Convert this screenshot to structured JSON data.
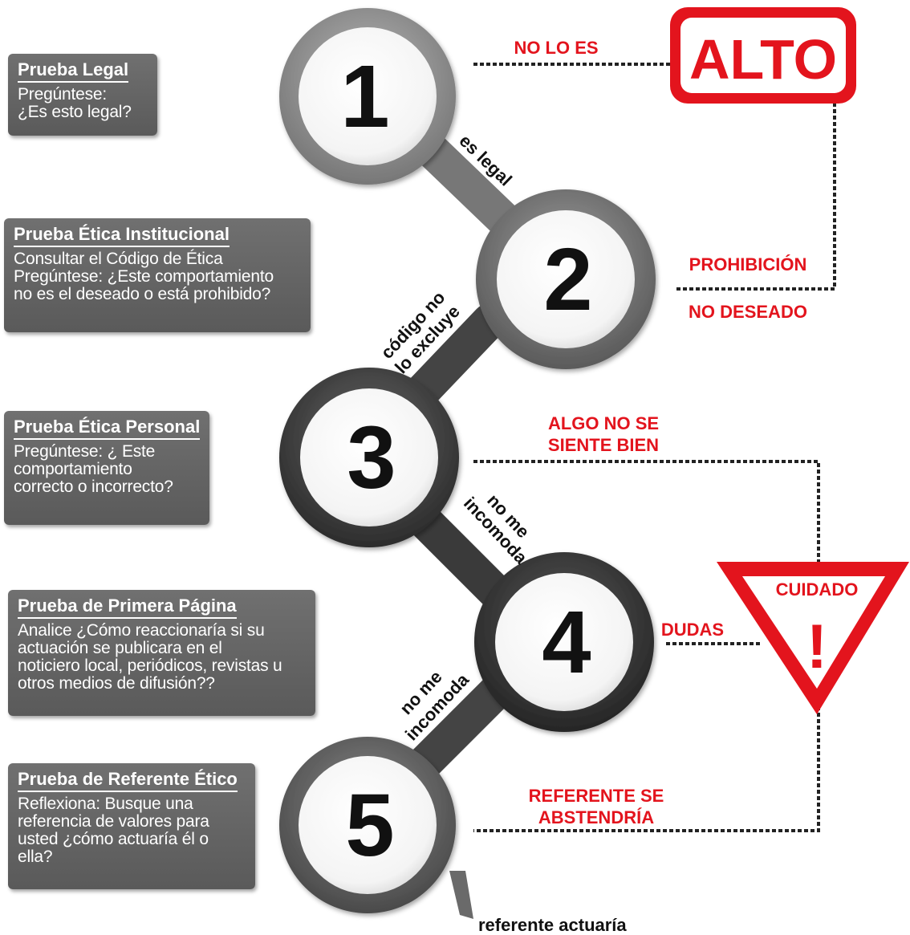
{
  "tests": [
    {
      "title": "Prueba Legal",
      "desc": "Pregúntese:\n¿Es esto legal?"
    },
    {
      "title": "Prueba Ética Institucional",
      "desc": "Consultar el Código de Ética\nPregúntese: ¿Este comportamiento\nno es el deseado o está prohibido?"
    },
    {
      "title": "Prueba Ética Personal",
      "desc": "Pregúntese: ¿ Este\ncomportamiento\ncorrecto o incorrecto?"
    },
    {
      "title": "Prueba de Primera Página",
      "desc": "Analice ¿Cómo reaccionaría si su\nactuación se publicara en el\nnoticiero local, periódicos, revistas u\notros medios de difusión??"
    },
    {
      "title": "Prueba de Referente Ético",
      "desc": "Reflexiona: Busque una\nreferencia de valores para\nusted ¿cómo actuaría él o\nella?"
    }
  ],
  "steps": [
    "1",
    "2",
    "3",
    "4",
    "5"
  ],
  "connectors": {
    "c12": "es legal",
    "c23_line1": "código no",
    "c23_line2": "lo excluye",
    "c34_line1": "no me",
    "c34_line2": "incomoda",
    "c45_line1": "no me",
    "c45_line2": "incomoda",
    "end": "referente actuaría"
  },
  "outcomes": {
    "no_lo_es": "NO LO ES",
    "alto": "ALTO",
    "prohibicion": "PROHIBICIÓN",
    "no_deseado": "NO DESEADO",
    "algo_line1": "ALGO NO SE",
    "algo_line2": "SIENTE BIEN",
    "cuidado": "CUIDADO",
    "exclamation": "!",
    "dudas": "DUDAS",
    "referente_line1": "REFERENTE SE",
    "referente_line2": "ABSTENDRÍA"
  },
  "colors": {
    "red": "#e3141d",
    "box_gray": "#646464",
    "ring_dark": "#3a3a3a"
  }
}
